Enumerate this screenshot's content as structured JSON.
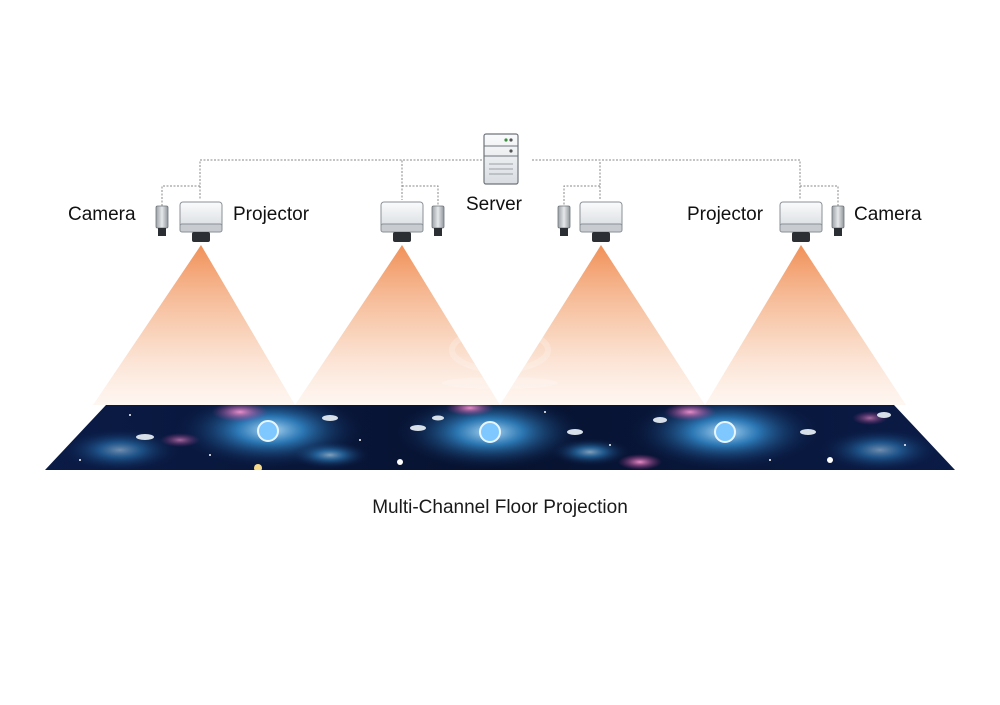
{
  "labels": {
    "server": "Server",
    "camera_left": "Camera",
    "projector_left": "Projector",
    "projector_right": "Projector",
    "camera_right": "Camera"
  },
  "caption": "Multi-Channel Floor Projection",
  "colors": {
    "beam": "#f2a476",
    "wire": "#8a8a8a",
    "floor_dark": "#050b22",
    "floor_glow": "#2a8fd6",
    "device_body": "#eef0f2"
  },
  "icons": {
    "server": "server-icon",
    "projector": "projector-icon",
    "camera": "camera-icon"
  }
}
